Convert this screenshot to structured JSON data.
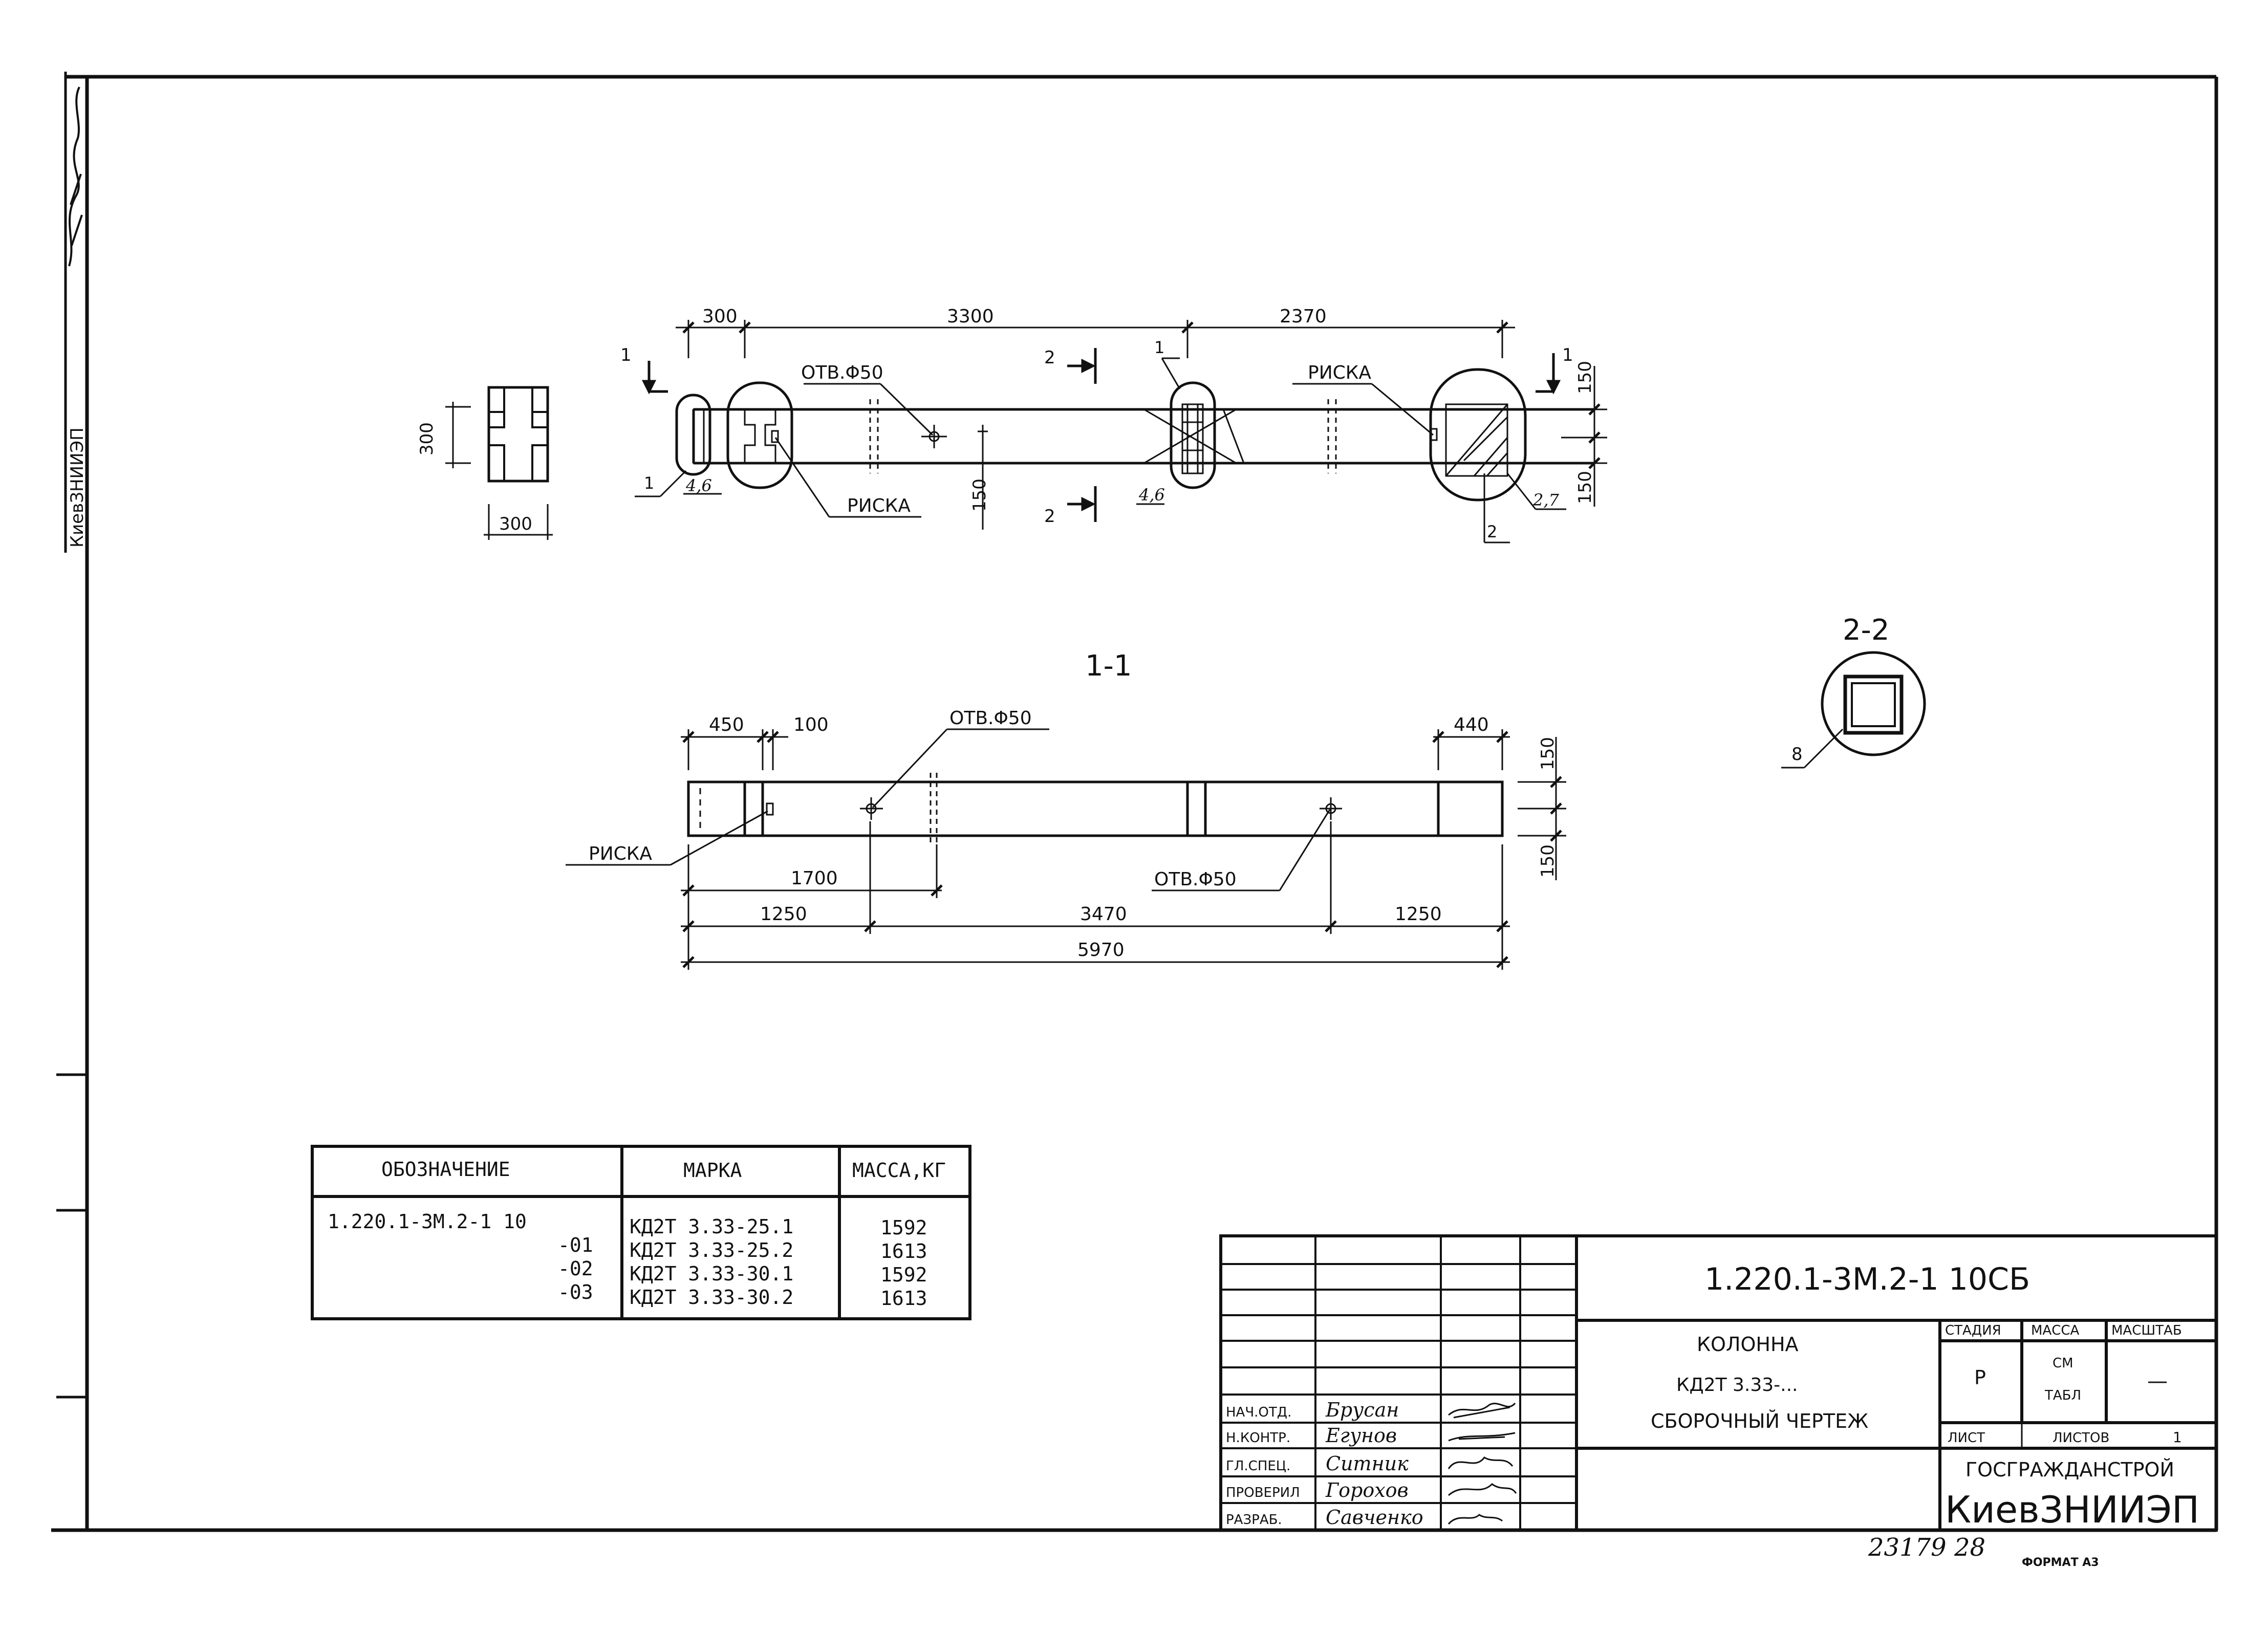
{
  "side_stamp": {
    "org": "КиевЗНИИЭП"
  },
  "drawing": {
    "views": {
      "plan": {
        "dims_top": [
          "300",
          "3300",
          "2370"
        ],
        "dim_section_width": "300",
        "dim_section_height": "300",
        "dims_right": [
          "150",
          "150"
        ],
        "dim_bottom_hole": "150",
        "callouts": {
          "hole": "ОТВ.Φ50",
          "mark_left": "РИСКА",
          "mark_right": "РИСКА"
        },
        "node_refs": [
          "4,6",
          "4,6",
          "2,7"
        ],
        "section_marks": {
          "s1": "1",
          "s2": "2"
        },
        "leader_nums": [
          "1",
          "1",
          "2"
        ]
      },
      "section_1_1": {
        "title": "1-1",
        "dims_top": [
          "450",
          "100",
          "440"
        ],
        "dims_right": [
          "150",
          "150"
        ],
        "callouts": {
          "hole_top": "ОТВ.Φ50",
          "hole_bottom": "ОТВ.Φ50",
          "mark": "РИСКА"
        },
        "dim_1700": "1700",
        "dims_chain": [
          "1250",
          "3470",
          "1250"
        ],
        "dim_total": "5970"
      },
      "section_2_2": {
        "title": "2-2",
        "node_ref": "8"
      }
    }
  },
  "spec_table": {
    "headers": [
      "ОБОЗНАЧЕНИЕ",
      "МАРКА",
      "МАССА,КГ"
    ],
    "rows": [
      {
        "designation": "1.220.1-3М.2-1 10",
        "mark": "КД2Т 3.33-25.1",
        "mass": "1592"
      },
      {
        "designation": "-01",
        "mark": "КД2Т 3.33-25.2",
        "mass": "1613"
      },
      {
        "designation": "-02",
        "mark": "КД2Т 3.33-30.1",
        "mass": "1592"
      },
      {
        "designation": "-03",
        "mark": "КД2Т 3.33-30.2",
        "mass": "1613"
      }
    ]
  },
  "title_block": {
    "doc_code": "1.220.1-3М.2-1 10СБ",
    "name_line1": "КОЛОННА",
    "name_line2": "КД2Т 3.33-...",
    "name_line3": "СБОРОЧНЫЙ ЧЕРТЕЖ",
    "stage_label": "СТАДИЯ",
    "mass_label": "МАССА",
    "scale_label": "МАСШТАБ",
    "stage_value": "Р",
    "mass_value_1": "СМ",
    "mass_value_2": "ТАБЛ",
    "scale_value": "—",
    "sheet_label": "ЛИСТ",
    "sheets_label": "ЛИСТОВ",
    "sheets_value": "1",
    "org_line1": "ГОСГРАЖДАНСТРОЙ",
    "org_line2": "КиевЗНИИЭП",
    "signatures": [
      {
        "role": "НАЧ.ОТД.",
        "name": "Брусан"
      },
      {
        "role": "Н.КОНТР.",
        "name": "Егунов"
      },
      {
        "role": "ГЛ.СПЕЦ.",
        "name": "Ситник"
      },
      {
        "role": "ПРОВЕРИЛ",
        "name": "Горохов"
      },
      {
        "role": "РАЗРАБ.",
        "name": "Савченко"
      }
    ]
  },
  "footer": {
    "number": "23179 28",
    "format": "ФОРМАТ А3"
  }
}
